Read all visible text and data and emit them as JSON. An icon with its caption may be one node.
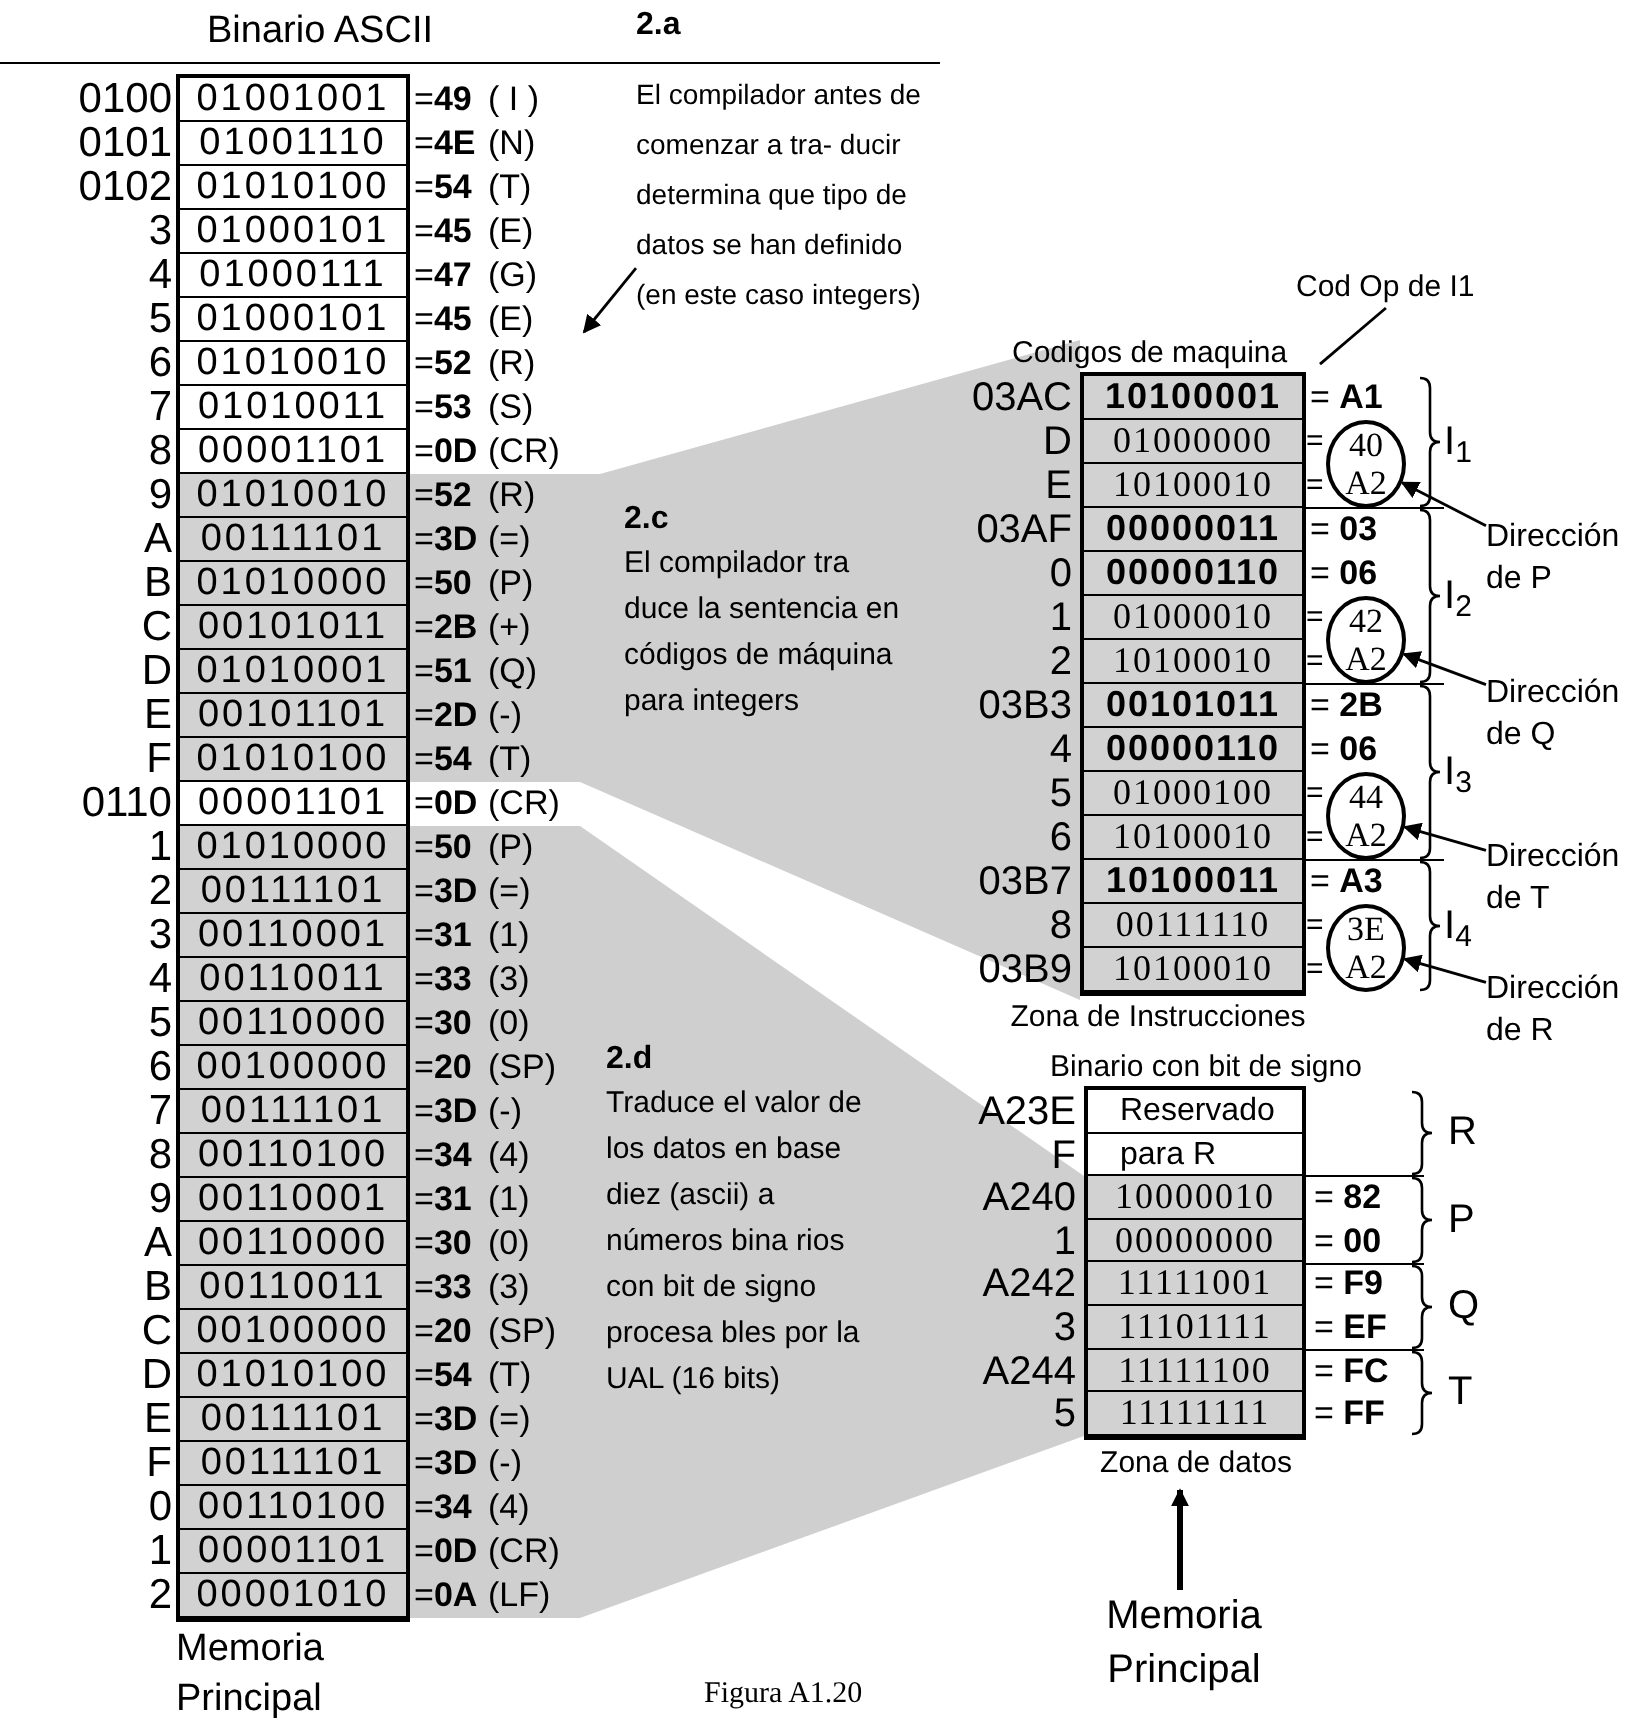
{
  "diagram": {
    "nodes": [
      {
        "text": [
          "Binario ASCII",
          "Memoria Principal"
        ]
      },
      {
        "text": [
          "2.a",
          "El compilador antes de comenzar a tra- ducir determina que tipo de datos se han definido (en este caso integers)"
        ]
      },
      {
        "text": [
          "2.c",
          "El compilador tra duce la sentencia en códigos de máquina para integers"
        ]
      },
      {
        "text": [
          "2.d",
          "Traduce el valor de los datos en base diez (ascii) a números bina rios con bit de signo procesa bles por la UAL (16 bits)"
        ]
      },
      {
        "text": [
          "Codigos de maquina",
          "Zona de Instrucciones"
        ]
      },
      {
        "text": [
          "40",
          "A2"
        ]
      },
      {
        "text": [
          "42",
          "A2"
        ]
      },
      {
        "text": [
          "44",
          "A2"
        ]
      },
      {
        "text": [
          "3E",
          "A2"
        ]
      },
      {
        "text": [
          "Cod Op de I1"
        ]
      },
      {
        "text": [
          "Dirección de P"
        ]
      },
      {
        "text": [
          "Dirección de Q"
        ]
      },
      {
        "text": [
          "Dirección de T"
        ]
      },
      {
        "text": [
          "Dirección de R"
        ]
      },
      {
        "text": [
          "Binario con bit de signo",
          "Zona de datos"
        ]
      },
      {
        "text": [
          "Memoria Principal"
        ]
      }
    ],
    "edges": [
      {
        "from": 1,
        "to": null,
        "arrow": "to"
      },
      {
        "from": 9,
        "to": 4,
        "arrow": "none"
      },
      {
        "from": 10,
        "to": 5,
        "arrow": "to"
      },
      {
        "from": 11,
        "to": 6,
        "arrow": "to"
      },
      {
        "from": 12,
        "to": 7,
        "arrow": "to"
      },
      {
        "from": 13,
        "to": 8,
        "arrow": "to"
      },
      {
        "from": 15,
        "to": 14,
        "arrow": "to",
        "style": "thick"
      }
    ],
    "labels": [
      "0100",
      "01001001",
      "=**49**",
      "( I )",
      "0101",
      "01001110",
      "=**4E**",
      "(N)",
      "0102",
      "01010100",
      "=**54**",
      "(T)",
      "3",
      "01000101",
      "=**45**",
      "(E)",
      "4",
      "01000111",
      "=**47**",
      "(G)",
      "5",
      "01000101",
      "=**45**",
      "(E)",
      "6",
      "01010010",
      "=**52**",
      "(R)",
      "7",
      "01010011",
      "=**53**",
      "(S)",
      "8",
      "00001101",
      "=**0D**",
      "(CR)",
      "9",
      "01010010",
      "=**52**",
      "(R)",
      "A",
      "00111101",
      "=**3D**",
      "(=)",
      "B",
      "01010000",
      "=**50**",
      "(P)",
      "C",
      "00101011",
      "=**2B**",
      "(+)",
      "D",
      "01010001",
      "=**51**",
      "(Q)",
      "E",
      "00101101",
      "=**2D**",
      "(-)",
      "F",
      "01010100",
      "=**54**",
      "(T)",
      "0110",
      "00001101",
      "=**0D**",
      "(CR)",
      "1",
      "01010000",
      "=**50**",
      "(P)",
      "2",
      "00111101",
      "=**3D**",
      "(=)",
      "3",
      "00110001",
      "=**31**",
      "(1)",
      "4",
      "00110011",
      "=**33**",
      "(3)",
      "5",
      "00110000",
      "=**30**",
      "(0)",
      "6",
      "00100000",
      "=**20**",
      "(SP)",
      "7",
      "00111101",
      "=**3D**",
      "(-)",
      "8",
      "00110100",
      "=**34**",
      "(4)",
      "9",
      "00110001",
      "=**31**",
      "(1)",
      "A",
      "00110000",
      "=**30**",
      "(0)",
      "B",
      "00110011",
      "=**33**",
      "(3)",
      "C",
      "00100000",
      "=**20**",
      "(SP)",
      "D",
      "01010100",
      "=**54**",
      "(T)",
      "E",
      "00111101",
      "=**3D**",
      "(=)",
      "F",
      "00111101",
      "=**3D**",
      "(-)",
      "0",
      "00110100",
      "=**34**",
      "(4)",
      "1",
      "00001101",
      "=**0D**",
      "(CR)",
      "2",
      "00001010",
      "=**0A**",
      "(LF)",
      "03AC",
      "10100001",
      "= **A1**",
      "D",
      "01000000",
      "=",
      "E",
      "10100010",
      "=",
      "03AF",
      "00000011",
      "= **03**",
      "0",
      "00000110",
      "= **06**",
      "1",
      "01000010",
      "=",
      "2",
      "10100010",
      "=",
      "03B3",
      "00101011",
      "= **2B**",
      "4",
      "00000110",
      "= **06**",
      "5",
      "01000100",
      "=",
      "6",
      "10100010",
      "=",
      "03B7",
      "10100011",
      "= **A3**",
      "8",
      "00111110",
      "=",
      "03B9",
      "10100010",
      "=",
      "I$_{1}$",
      "I$_{2}$",
      "I$_{3}$",
      "I$_{4}$",
      "A23E",
      "Reservado",
      "F",
      "para R",
      "A240",
      "10000010",
      "= **82**",
      "1",
      "00000000",
      "= **00**",
      "A242",
      "11111001",
      "= **F9**",
      "3",
      "11101111",
      "= **EF**",
      "A244",
      "11111100",
      "= **FC**",
      "5",
      "11111111",
      "= **FF**",
      "R",
      "P",
      "Q",
      "T",
      "Figura A1.20"
    ]
  }
}
